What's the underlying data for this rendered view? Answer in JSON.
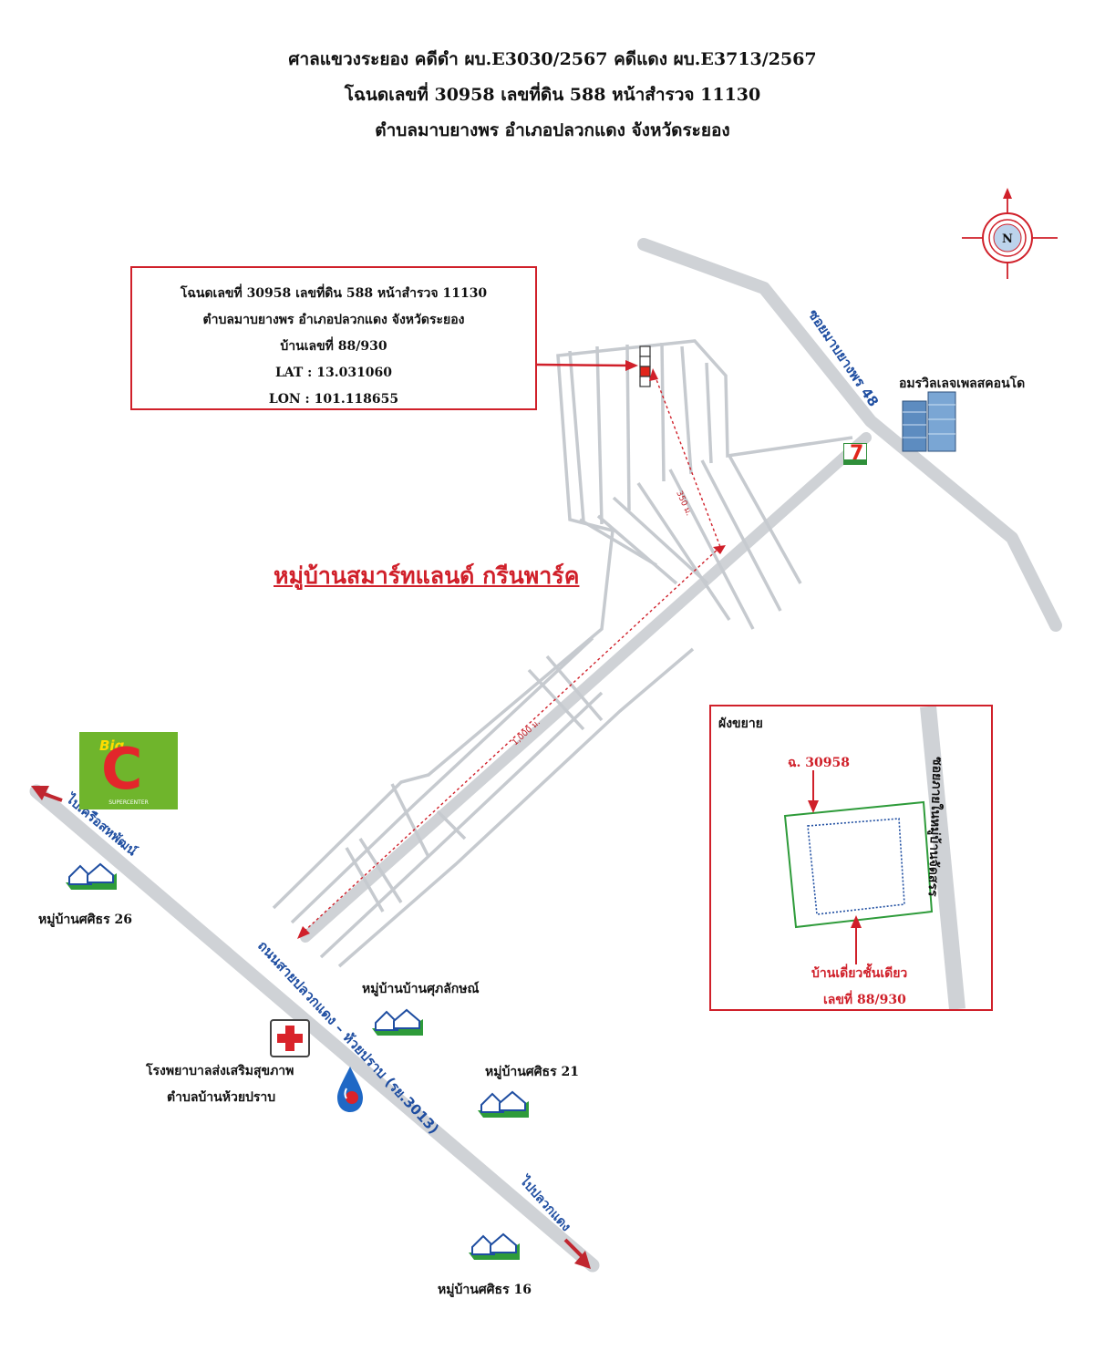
{
  "header": {
    "line1": "ศาลแขวงระยอง คดีดำ ผบ.E3030/2567 คดีแดง ผบ.E3713/2567",
    "line2": "โฉนดเลขที่ 30958 เลขที่ดิน 588 หน้าสำรวจ 11130",
    "line3": "ตำบลมาบยางพร อำเภอปลวกแดง จังหวัดระยอง"
  },
  "info_box": {
    "line1": "โฉนดเลขที่ 30958 เลขที่ดิน 588 หน้าสำรวจ 11130",
    "line2": "ตำบลมาบยางพร อำเภอปลวกแดง จังหวัดระยอง",
    "line3": "บ้านเลขที่ 88/930",
    "lat": "LAT : 13.031060",
    "lon": "LON : 101.118655"
  },
  "compass": {
    "label": "N"
  },
  "labels": {
    "village_name": "หมู่บ้านสมาร์ทแลนด์ กรีนพาร์ค",
    "soi": "ซอยมาบยางพร 48",
    "condo": "อมรวิลเลจเพลสคอนโด",
    "dist_350": "350 ม.",
    "dist_1000": "1,000 ม.",
    "main_road": "ถนนสายปลวกแดง – ห้วยปราบ (รย.3013)",
    "to_khrua": "ไปเครือสหพัฒน์",
    "to_pluak": "ไปปลวกแดง",
    "sirin26": "หมู่บ้านศศิธร 26",
    "suk": "หมู่บ้านบ้านศุภลักษณ์",
    "sirin21": "หมู่บ้านศศิธร 21",
    "sirin16": "หมู่บ้านศศิธร 16",
    "hospital1": "โรงพยาบาลส่งเสริมสุขภาพ",
    "hospital2": "ตำบลบ้านห้วยปราบ",
    "bigc_small": "Big",
    "bigc_letter": "C",
    "bigc_sub": "SUPERCENTER",
    "seven": "7"
  },
  "inset": {
    "title": "ผังขยาย",
    "deed": "ฉ. 30958",
    "road": "ซอยภายในหมู่บ้านจัดสรร",
    "house1": "บ้านเดี่ยวชั้นเดียว",
    "house2": "เลขที่ 88/930"
  },
  "colors": {
    "road": "#cfd2d6",
    "accent_red": "#d0202a",
    "blue_text": "#1f4ea1",
    "land_green": "#2e9b3a"
  }
}
